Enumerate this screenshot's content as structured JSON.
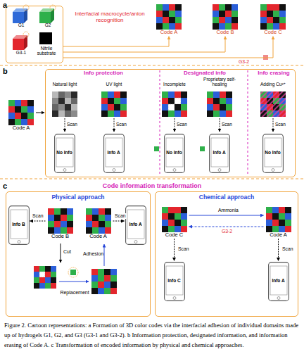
{
  "diagram": {
    "caption": "Figure 2. Cartoon representations: a Formation of 3D color codes via the interfacial adhesion of individual domains made up of hydrogels G1, G2, and G3 (G3-1 and G3-2). b Information protection, designated information, and information erasing of Code A. c Transformation of encoded information by physical and chemical approaches.",
    "nodes": [
      {
        "text": [
          "G1",
          "G2",
          "G3-1",
          "Nitrile substrate"
        ]
      },
      {
        "text": [
          "Code A"
        ]
      },
      {
        "text": [
          "Code B"
        ]
      },
      {
        "text": [
          "Code C"
        ]
      },
      {
        "text": [
          "Code A"
        ]
      },
      {
        "text": [
          "Info protection",
          "Designated info",
          "Info erasing"
        ]
      },
      {
        "text": [
          "No Info"
        ],
        "in": 5
      },
      {
        "text": [
          "Info A"
        ],
        "in": 5
      },
      {
        "text": [
          "No Info"
        ],
        "in": 5
      },
      {
        "text": [
          "Info A"
        ],
        "in": 5
      },
      {
        "text": [
          "No Info"
        ],
        "in": 5
      },
      {
        "text": [
          "Physical approach"
        ]
      },
      {
        "text": [
          "Info B"
        ],
        "in": 11
      },
      {
        "text": [
          "Code B"
        ],
        "in": 11
      },
      {
        "text": [
          "Code A"
        ],
        "in": 11
      },
      {
        "text": [
          "Info A"
        ],
        "in": 11
      },
      {
        "text": [
          "Chemical approach"
        ]
      },
      {
        "text": [
          "Code C"
        ],
        "in": 16
      },
      {
        "text": [
          "Code A"
        ],
        "in": 16
      },
      {
        "text": [
          "Info C"
        ],
        "in": 16
      },
      {
        "text": [
          "Info A"
        ],
        "in": 16
      }
    ],
    "edges": [
      {
        "from": 0,
        "to": 1,
        "arrow": "to"
      },
      {
        "from": 0,
        "to": 2,
        "arrow": "to"
      },
      {
        "from": 0,
        "to": 3,
        "label": "G3-2",
        "arrow": "to"
      },
      {
        "from": 4,
        "to": 5,
        "arrow": "to"
      },
      {
        "from": 13,
        "to": 12,
        "label": "Scan",
        "arrow": "to"
      },
      {
        "from": 14,
        "to": 15,
        "label": "Scan",
        "arrow": "to"
      },
      {
        "from": 17,
        "to": 18,
        "label": "Ammonia",
        "arrow": "to"
      },
      {
        "from": 18,
        "to": 17,
        "label": "G3-2",
        "arrow": "to"
      },
      {
        "from": 17,
        "to": 19,
        "label": "Scan",
        "arrow": "to"
      },
      {
        "from": 18,
        "to": 20,
        "label": "Scan",
        "arrow": "to"
      }
    ],
    "labels": [
      "a",
      "Interfacial macrocycle/anion recognition",
      "b",
      "Natural light",
      "UV light",
      "Incomplete",
      "Proprietary self-healing",
      "Adding Cu²⁺",
      "Scan",
      "Scan",
      "Scan",
      "Scan",
      "Scan",
      "c",
      "Code information transformation",
      "Cut",
      "Replacement",
      "Adhesion"
    ]
  }
}
